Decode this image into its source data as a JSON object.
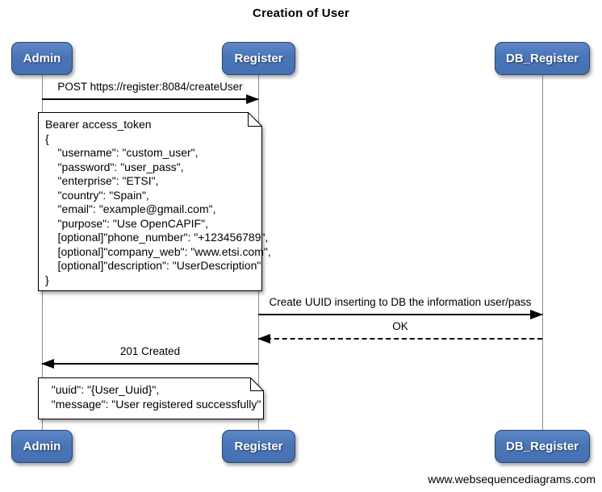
{
  "diagram": {
    "title": "Creation of User",
    "watermark": "www.websequencediagrams.com",
    "type": "sequence-diagram"
  },
  "colors": {
    "actor_fill": "#4a76b8",
    "actor_border": "#29466e",
    "actor_text": "#ffffff",
    "lifeline": "#8c8c8c",
    "arrow": "#000000",
    "note_fill": "#ffffff",
    "background": "#ffffff"
  },
  "actors": {
    "admin": "Admin",
    "register": "Register",
    "db_register": "DB_Register"
  },
  "messages": {
    "create_user": {
      "label": "POST https://register:8084/createUser",
      "from": "Admin",
      "to": "Register",
      "style": "solid"
    },
    "create_uuid": {
      "label": "Create UUID inserting to DB the information user/pass",
      "from": "Register",
      "to": "DB_Register",
      "style": "solid"
    },
    "ok": {
      "label": "OK",
      "from": "DB_Register",
      "to": "Register",
      "style": "dashed"
    },
    "created_201": {
      "label": "201 Created",
      "from": "Register",
      "to": "Admin",
      "style": "solid"
    }
  },
  "notes": {
    "request_body": {
      "text": "Bearer access_token\n{\n    \"username\": \"custom_user\",\n    \"password\": \"user_pass\",\n    \"enterprise\": \"ETSI\",\n    \"country\": \"Spain\",\n    \"email\": \"example@gmail.com\",\n    \"purpose\": \"Use OpenCAPIF\",\n    [optional]\"phone_number\": \"+123456789\",\n    [optional]\"company_web\": \"www.etsi.com\",\n    [optional]\"description\": \"UserDescription\"\n}"
    },
    "response_body": {
      "text": "  \"uuid\": \"{User_Uuid}\",\n  \"message\": \"User registered successfully\""
    }
  }
}
